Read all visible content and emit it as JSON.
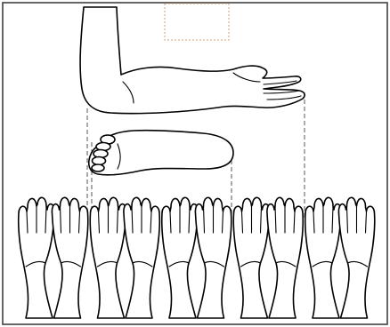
{
  "figure": {
    "description_visible_text": "",
    "colors": {
      "background": "#ffffff",
      "outline": "#000000",
      "frame": "#333333",
      "guide_lines": "#555555",
      "reference_box": "#d9a27a"
    },
    "parts": {
      "arm": "arm-illustration",
      "foot": "foot-illustration",
      "hands": "praying-hands-row"
    },
    "hand_pair_count": 5
  }
}
